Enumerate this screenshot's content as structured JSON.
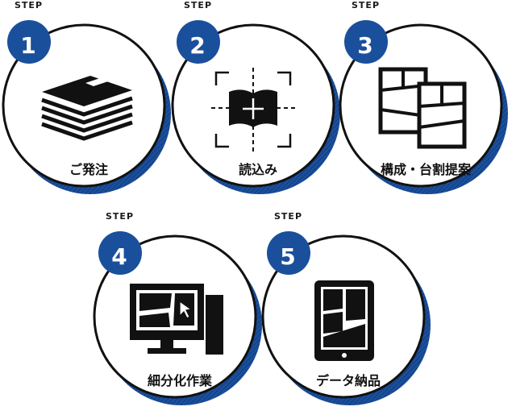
{
  "colors": {
    "accent": "#1a4f9c",
    "ink": "#111111",
    "paper": "#ffffff"
  },
  "steps": [
    {
      "label": "STEP",
      "number": "1",
      "title": "ご発注",
      "icon": "paper-stack-icon"
    },
    {
      "label": "STEP",
      "number": "2",
      "title": "読込み",
      "icon": "book-scan-icon"
    },
    {
      "label": "STEP",
      "number": "3",
      "title": "構成・台割提案",
      "icon": "layout-panels-icon"
    },
    {
      "label": "STEP",
      "number": "4",
      "title": "細分化作業",
      "icon": "computer-icon"
    },
    {
      "label": "STEP",
      "number": "5",
      "title": "データ納品",
      "icon": "tablet-icon"
    }
  ]
}
